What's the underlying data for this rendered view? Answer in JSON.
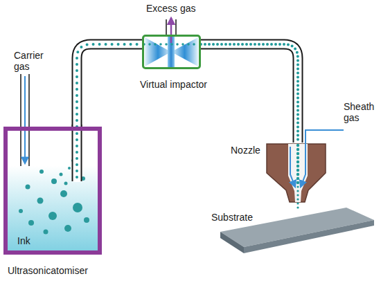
{
  "diagram": {
    "nodes": [
      {
        "text": [
          "Ink",
          "Ultrasonicatomiser"
        ]
      },
      {
        "text": [
          "Virtual impactor"
        ]
      },
      {
        "text": [
          "Nozzle"
        ]
      },
      {
        "text": [
          "Substrate"
        ]
      }
    ],
    "edges": [
      {
        "from": 0,
        "to": 1,
        "arrow": "none"
      },
      {
        "from": 1,
        "to": 2,
        "arrow": "none"
      }
    ],
    "labels": [
      "Carrier gas",
      "Excess gas",
      "Sheath gas"
    ]
  }
}
